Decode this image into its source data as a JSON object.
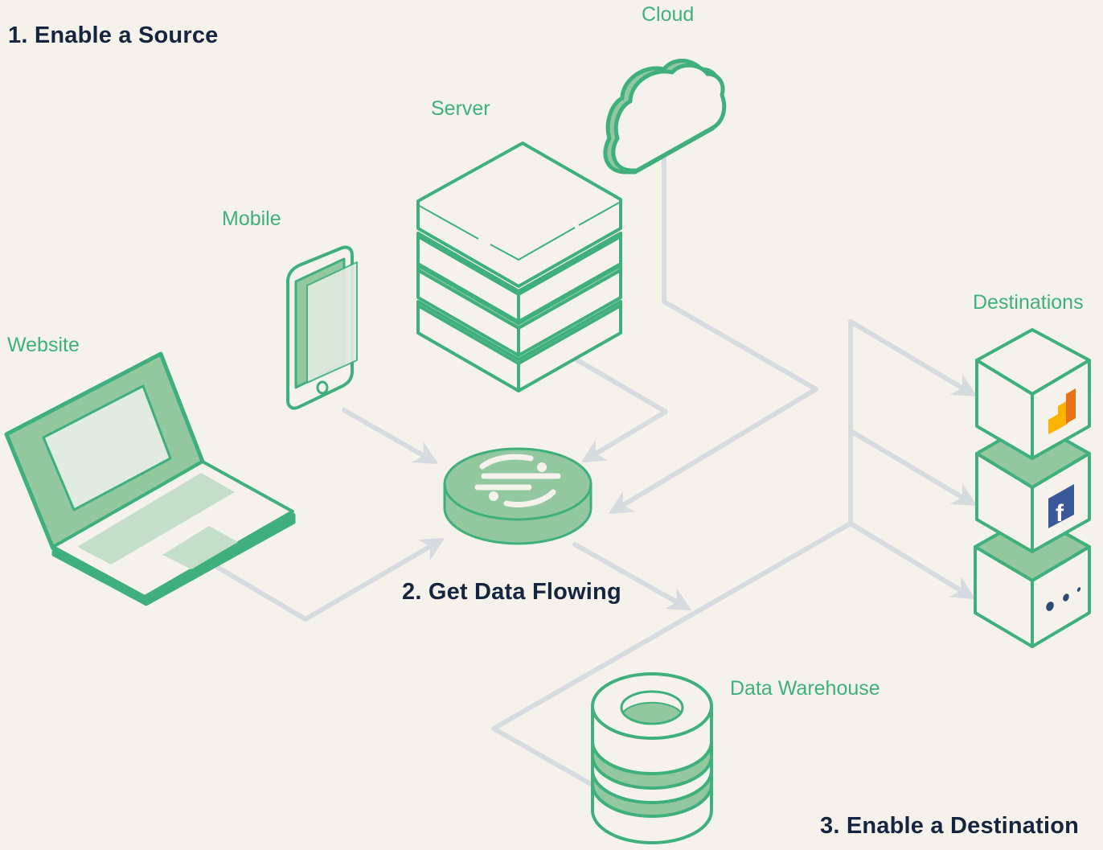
{
  "steps": {
    "source": "1. Enable a Source",
    "flow": "2. Get Data Flowing",
    "destination": "3. Enable a Destination"
  },
  "sources": [
    {
      "label": "Cloud",
      "icon": "cloud-icon"
    },
    {
      "label": "Server",
      "icon": "server-stack-icon"
    },
    {
      "label": "Mobile",
      "icon": "mobile-phone-icon"
    },
    {
      "label": "Website",
      "icon": "laptop-icon"
    }
  ],
  "hub": {
    "icon": "segment-logo-icon"
  },
  "destinations": {
    "label": "Destinations",
    "items": [
      {
        "icon": "google-analytics-icon"
      },
      {
        "icon": "facebook-icon",
        "glyph": "f"
      },
      {
        "icon": "more-dots-icon"
      }
    ]
  },
  "warehouse": {
    "label": "Data Warehouse",
    "icon": "database-icon"
  },
  "colors": {
    "background": "#f5f2ec",
    "green": "#3fb07b",
    "green_fill": "#93c7a0",
    "green_light": "#e2ebe0",
    "connector": "#d5dbde",
    "title_text": "#15253f",
    "facebook": "#3b5998",
    "ga_orange": "#e8711a",
    "ga_yellow": "#f9b300"
  }
}
